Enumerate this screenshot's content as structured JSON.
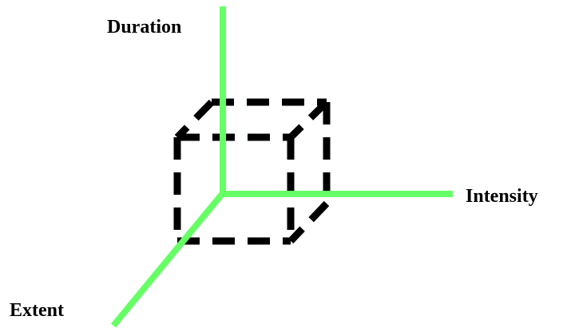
{
  "axes": {
    "duration_label": "Duration",
    "intensity_label": "Intensity",
    "extent_label": "Extent"
  },
  "colors": {
    "axis": "#66ff66",
    "cube_outline": "#000000",
    "background": "#ffffff"
  },
  "cube": {
    "style": "dashed"
  }
}
